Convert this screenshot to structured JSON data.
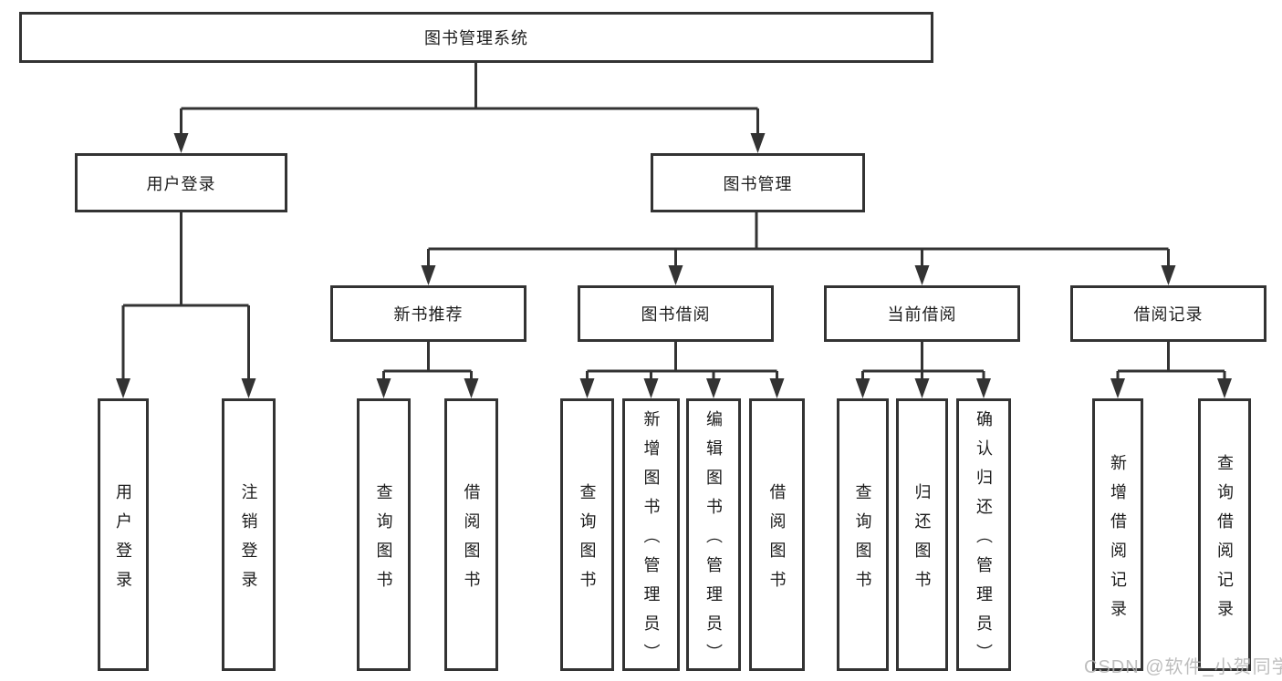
{
  "diagram": {
    "root": {
      "label": "图书管理系统"
    },
    "level2": [
      {
        "label": "用户登录"
      },
      {
        "label": "图书管理"
      }
    ],
    "level3": [
      {
        "label": "新书推荐"
      },
      {
        "label": "图书借阅"
      },
      {
        "label": "当前借阅"
      },
      {
        "label": "借阅记录"
      }
    ],
    "leaves": {
      "user_login": [
        "用户登录",
        "注销登录"
      ],
      "new_book": [
        "查询图书",
        "借阅图书"
      ],
      "book_borrow": [
        "查询图书",
        "新增图书（管理员）",
        "编辑图书（管理员）",
        "借阅图书"
      ],
      "current_borrow": [
        "查询图书",
        "归还图书",
        "确认归还（管理员）"
      ],
      "borrow_record": [
        "新增借阅记录",
        "查询借阅记录"
      ]
    }
  },
  "watermark": {
    "text": "CSDN @软件_小贺同学"
  },
  "colors": {
    "line": "#333333",
    "text": "#1c1c1c",
    "watermark": "#b3b3b3",
    "background": "#ffffff"
  }
}
